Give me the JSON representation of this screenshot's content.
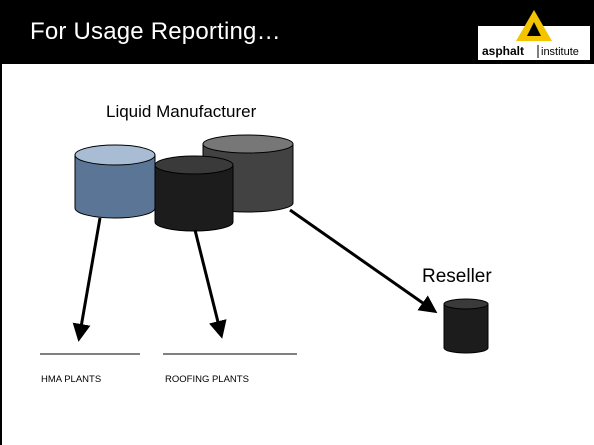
{
  "slide": {
    "title": "For Usage Reporting…",
    "logo": {
      "name_bold": "asphalt",
      "name_light": "institute",
      "accent_color": "#f5c400"
    }
  },
  "diagram": {
    "source_label": "Liquid Manufacturer",
    "reseller_label": "Reseller",
    "destinations": [
      {
        "label": "HMA PLANTS"
      },
      {
        "label": "ROOFING PLANTS"
      }
    ],
    "colors": {
      "tank_blue": "#5b7596",
      "tank_blue_top": "#a8bcd3",
      "tank_black": "#1c1c1c",
      "tank_black_top": "#3a3a3a",
      "tank_gray": "#424242",
      "tank_gray_top": "#777777"
    }
  }
}
